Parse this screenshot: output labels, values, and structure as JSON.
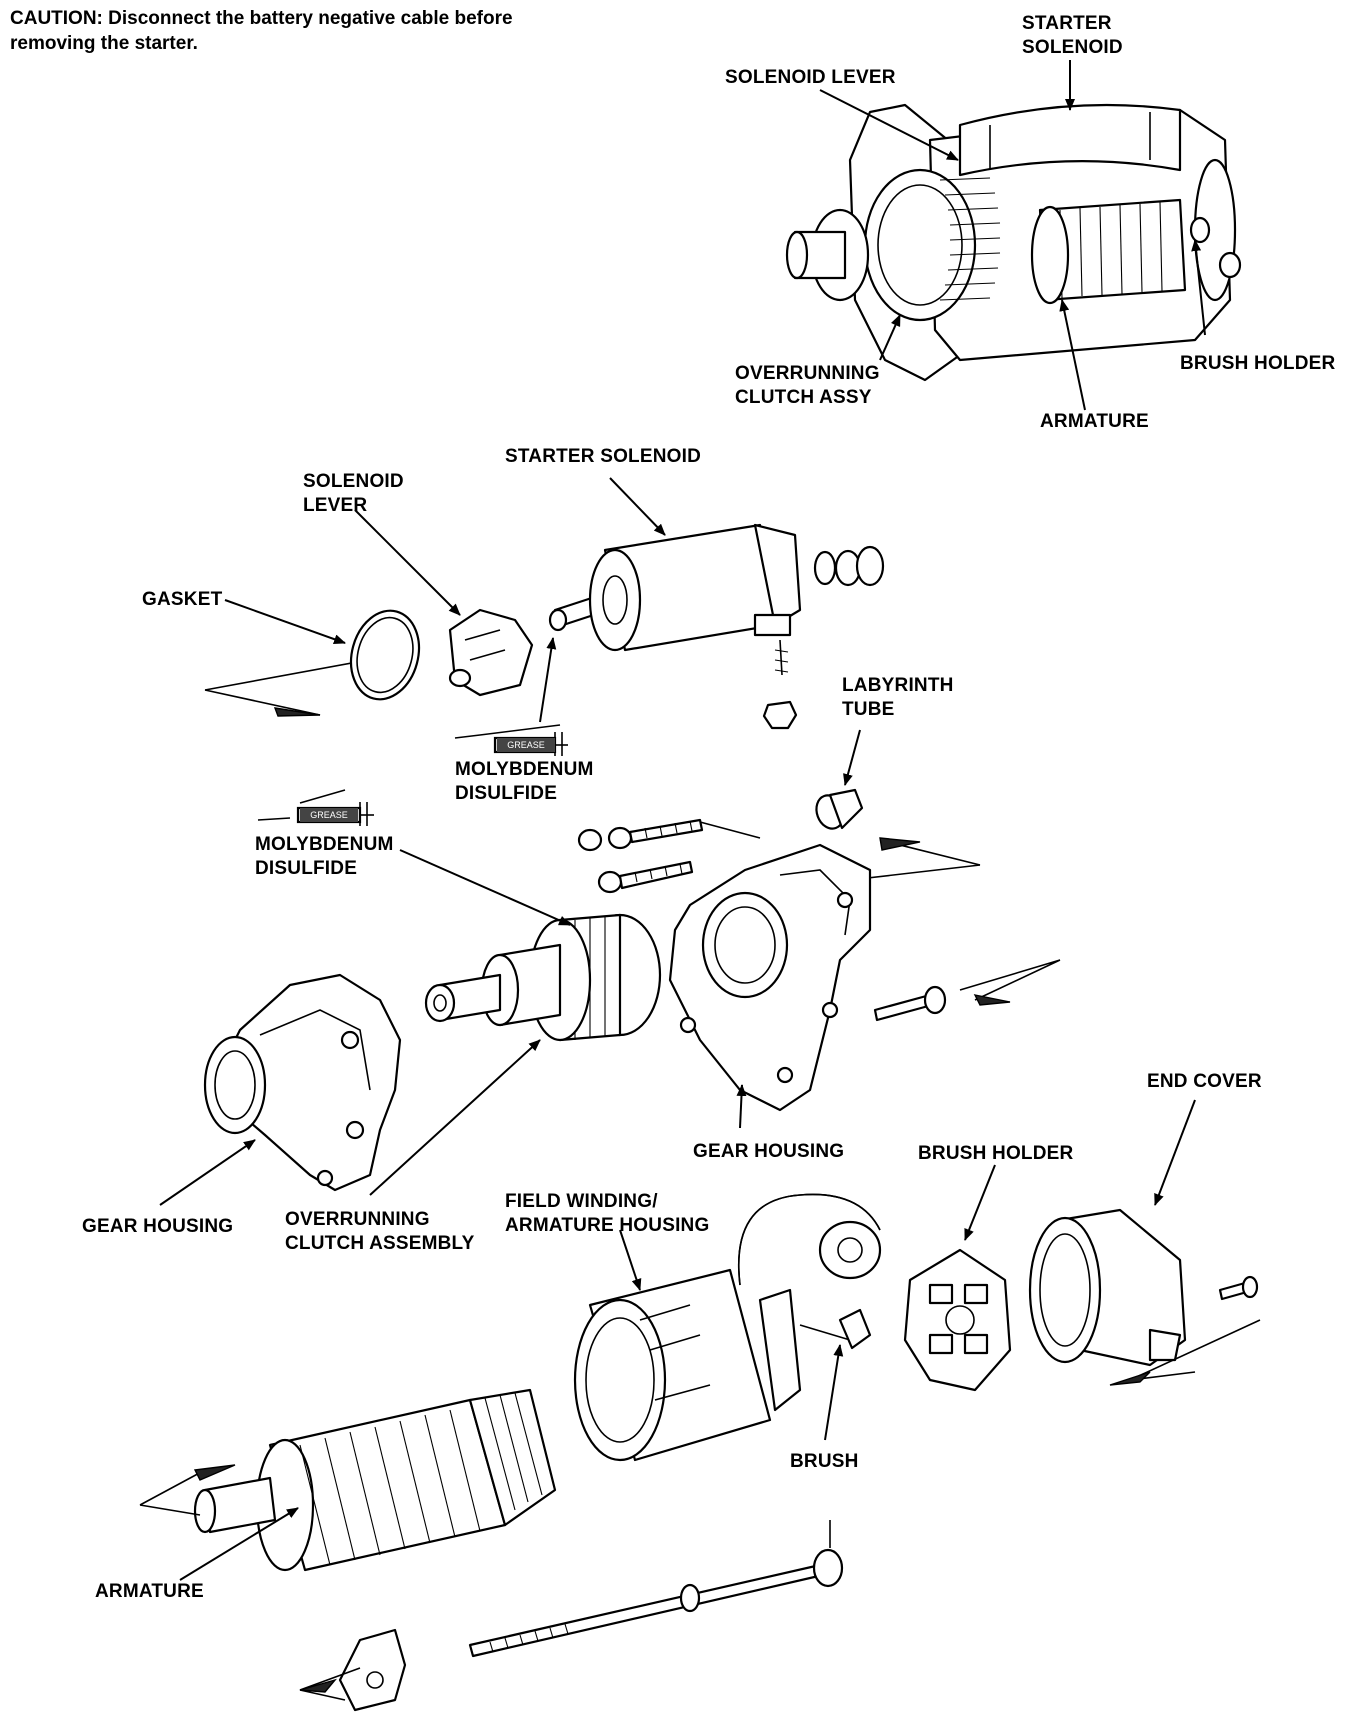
{
  "caution": {
    "text": "CAUTION:  Disconnect the battery negative cable before\nremoving the starter."
  },
  "labels": {
    "starter_solenoid_top": "STARTER\nSOLENOID",
    "solenoid_lever_top": "SOLENOID LEVER",
    "overrunning_clutch_assy": "OVERRUNNING\nCLUTCH ASSY",
    "brush_holder_top": "BRUSH HOLDER",
    "armature_top": "ARMATURE",
    "starter_solenoid": "STARTER SOLENOID",
    "solenoid_lever": "SOLENOID\nLEVER",
    "gasket": "GASKET",
    "labyrinth_tube": "LABYRINTH\nTUBE",
    "molybdenum_disulfide_1": "MOLYBDENUM\nDISULFIDE",
    "molybdenum_disulfide_2": "MOLYBDENUM\nDISULFIDE",
    "gear_housing_right": "GEAR HOUSING",
    "gear_housing_left": "GEAR HOUSING",
    "overrunning_clutch_assembly": "OVERRUNNING\nCLUTCH ASSEMBLY",
    "field_winding": "FIELD WINDING/\nARMATURE HOUSING",
    "brush_holder": "BRUSH HOLDER",
    "end_cover": "END COVER",
    "brush": "BRUSH",
    "armature": "ARMATURE",
    "grease_tag": "GREASE"
  }
}
